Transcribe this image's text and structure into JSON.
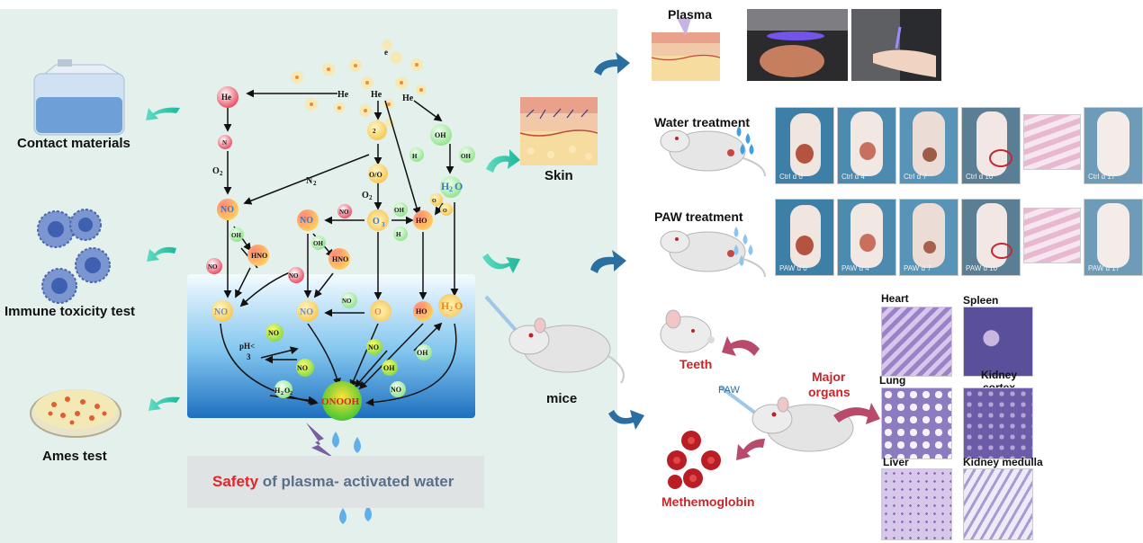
{
  "title_left": {
    "safety": "Safety",
    "rest": " of plasma- activated water"
  },
  "left_labels": {
    "contact": "Contact materials",
    "immune": "Immune toxicity test",
    "ames": "Ames test"
  },
  "center_labels": {
    "skin": "Skin",
    "mice": "mice"
  },
  "right_labels": {
    "plasma": "Plasma",
    "water": "Water treatment",
    "paw": "PAW treatment",
    "teeth": "Teeth",
    "paw_small": "PAW",
    "major": "Major",
    "organs": "organs",
    "methemoglobin": "Methemoglobin"
  },
  "ctrl_captions": [
    "Ctrl d 0",
    "Ctrl d 4",
    "Ctrl d 7",
    "Ctrl d 10",
    "Ctrl d 17"
  ],
  "paw_captions": [
    "PAW d 0",
    "PAW d 4",
    "PAW d 7",
    "PAW d 10",
    "PAW d 17"
  ],
  "organs": [
    "Heart",
    "Spleen",
    "Lung",
    "Kidney",
    "cortex",
    "Liver",
    "Kidney medulla"
  ],
  "chem": {
    "he1": "He",
    "he2": "He",
    "he3": "He",
    "he4": "He",
    "e": "e",
    "n": "N",
    "o2a": "O",
    "o2b": "O",
    "n2": "N",
    "no": "NO",
    "no2a": "NO",
    "no_small": "NO",
    "o3a": "O",
    "o_o": "O/O",
    "o2_sub": "2",
    "oh_h": "OH",
    "h_a": "H",
    "oh_a": "OH",
    "h2o_top": "H",
    "oh_b": "OH",
    "oh_c": "OH",
    "h_b": "H",
    "ho2": "HO",
    "o_rad": "O",
    "o_sm": "O",
    "oh_d": "OH",
    "hno2a": "HNO",
    "no2b": "NO",
    "oh_e": "OH",
    "hno2b": "HNO",
    "no2c": "NO",
    "no2_liq": "NO",
    "no3_liq": "NO",
    "no2_small": "NO",
    "o3_liq": "O",
    "ho2_liq": "HO",
    "h2o_liq": "H",
    "no_rad": "NO",
    "ph": "pH<",
    "ph3": "3",
    "no2rad": "NO",
    "no_minus": "NO",
    "oh_liq": "OH",
    "oh_liq2": "OH",
    "h2o2": "H",
    "no2_bot": "NO",
    "onooh": "ONOOH"
  }
}
